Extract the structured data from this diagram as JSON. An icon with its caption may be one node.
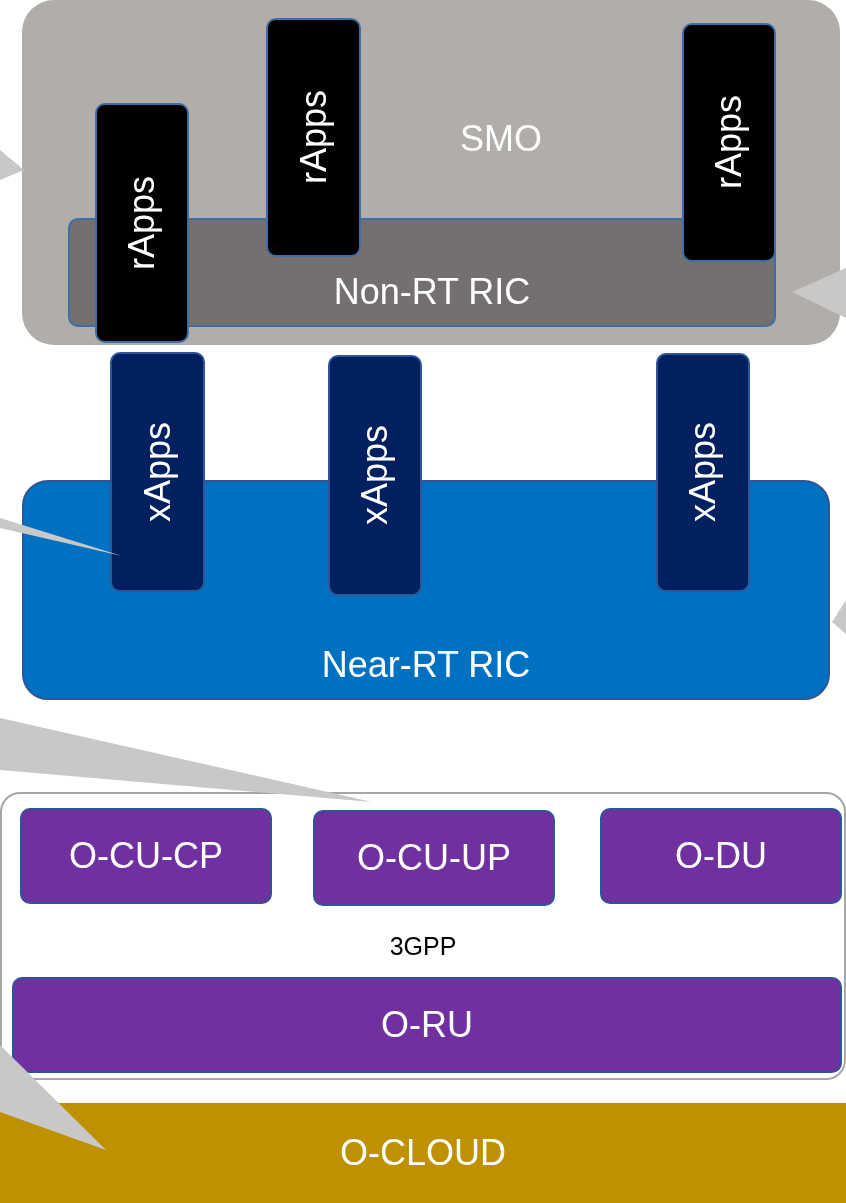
{
  "diagram": {
    "nodes": [
      {
        "text": [
          "SMO"
        ]
      },
      {
        "text": [
          "rApps"
        ],
        "in": 0
      },
      {
        "text": [
          "rApps"
        ],
        "in": 0
      },
      {
        "text": [
          "rApps"
        ],
        "in": 0
      },
      {
        "text": [
          "Non-RT RIC"
        ],
        "in": 0
      },
      {
        "text": [
          "Near-RT RIC"
        ]
      },
      {
        "text": [
          "xApps"
        ]
      },
      {
        "text": [
          "xApps"
        ]
      },
      {
        "text": [
          "xApps"
        ]
      },
      {
        "text": [
          "3GPP"
        ]
      },
      {
        "text": [
          "O-CU-CP"
        ],
        "in": 9
      },
      {
        "text": [
          "O-CU-UP"
        ],
        "in": 9
      },
      {
        "text": [
          "O-DU"
        ],
        "in": 9
      },
      {
        "text": [
          "O-RU"
        ],
        "in": 9
      },
      {
        "text": [
          "O-CLOUD"
        ]
      }
    ],
    "edges": [
      {
        "from": null,
        "to": 0,
        "arrow": "to"
      },
      {
        "from": null,
        "to": 4,
        "arrow": "to"
      },
      {
        "from": null,
        "to": 6,
        "arrow": "to"
      },
      {
        "from": null,
        "to": 5,
        "arrow": "to"
      },
      {
        "from": null,
        "to": 9,
        "arrow": "to"
      },
      {
        "from": null,
        "to": 14,
        "arrow": "to"
      }
    ]
  }
}
